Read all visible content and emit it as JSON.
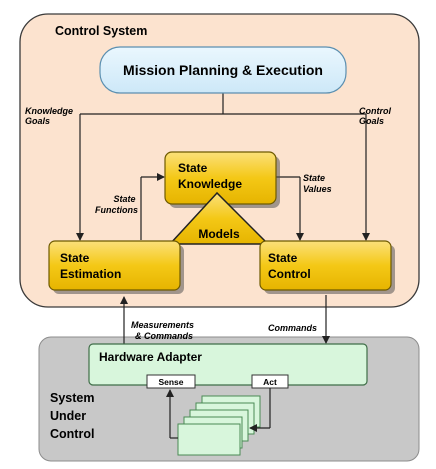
{
  "control_system": {
    "title": "Control System",
    "mission": "Mission Planning & Execution",
    "knowledge_goals": [
      "Knowledge",
      "Goals"
    ],
    "control_goals": [
      "Control",
      "Goals"
    ],
    "state_knowledge": [
      "State",
      "Knowledge"
    ],
    "state_functions": [
      "State",
      "Functions"
    ],
    "state_values": [
      "State",
      "Values"
    ],
    "models": "Models",
    "state_estimation": [
      "State",
      "Estimation"
    ],
    "state_control": [
      "State",
      "Control"
    ]
  },
  "interface": {
    "measurements": [
      "Measurements",
      "& Commands"
    ],
    "commands": "Commands"
  },
  "system_under_control": {
    "title": [
      "System",
      "Under",
      "Control"
    ],
    "hardware_adapter": "Hardware Adapter",
    "sense": "Sense",
    "act": "Act"
  },
  "colors": {
    "control_region": "#FCE3CF",
    "control_region_border": "#3a3a3a",
    "suc_region": "#C8C8C8",
    "mission_fill": "#D7EEFB",
    "state_box": "#F6C915",
    "state_box_border": "#6E5A00",
    "hardware_fill": "#D8F6DC",
    "hardware_border": "#3F6E48"
  }
}
